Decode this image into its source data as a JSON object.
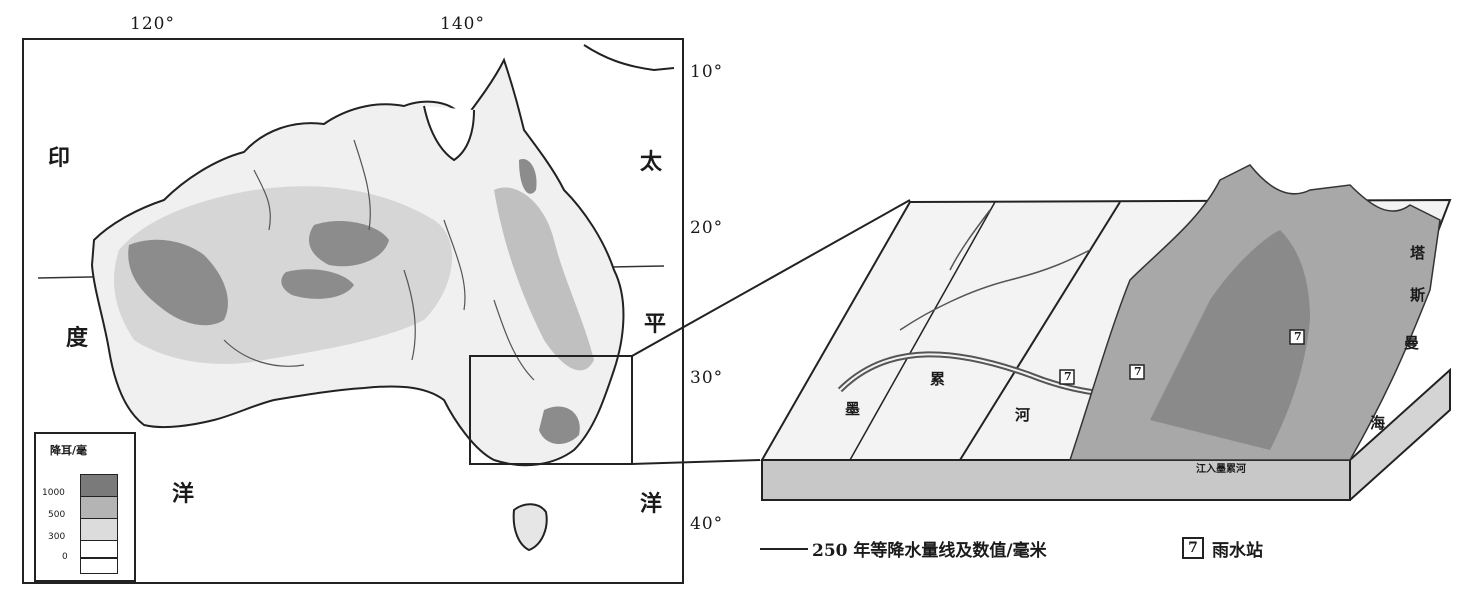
{
  "map": {
    "longitudes": [
      "120°",
      "140°"
    ],
    "latitudes": [
      "10°",
      "20°",
      "30°",
      "40°"
    ],
    "oceans": {
      "indian_left_top": "印",
      "indian_left_mid": "度",
      "indian_left_bottom": "洋",
      "pacific_right_top": "太",
      "pacific_right_mid": "平",
      "pacific_right_bottom": "洋"
    },
    "legend": {
      "title": "降耳/毫",
      "levels": [
        "1000",
        "500",
        "300",
        "0"
      ],
      "colors": [
        "#7a7a7a",
        "#b4b4b4",
        "#dcdcdc",
        "#ffffff"
      ]
    }
  },
  "block_diagram": {
    "east_label": [
      "塔",
      "斯",
      "曼",
      "海"
    ],
    "river_labels": [
      "墨",
      "累",
      "河"
    ],
    "lake_label": "江入墨累河",
    "gauge_labels": [
      "7",
      "7",
      "7"
    ]
  },
  "caption": {
    "isohyet_text": "250  年等降水量线及数值/毫米",
    "station_symbol": "7",
    "station_text": "雨水站"
  }
}
